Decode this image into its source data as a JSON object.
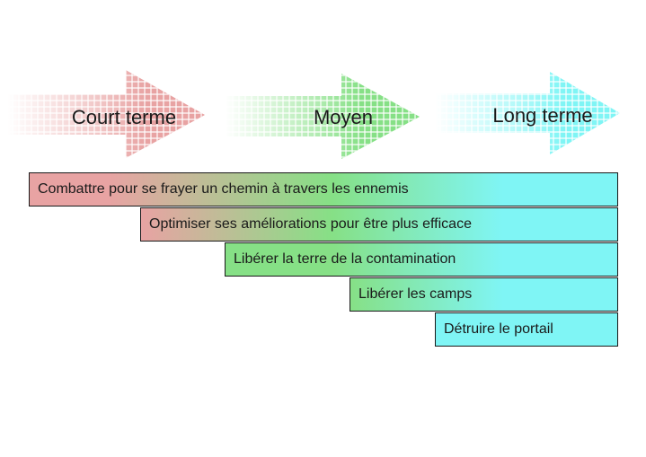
{
  "colors": {
    "short_term": "#e8a3a3",
    "medium_term": "#86e086",
    "long_term": "#7ff5f5",
    "border": "#1a1a1a"
  },
  "arrows": [
    {
      "label": "Court terme",
      "color": "#e8a3a3"
    },
    {
      "label": "Moyen",
      "color": "#86e086"
    },
    {
      "label": "Long terme",
      "color": "#7ff5f5"
    }
  ],
  "bars": [
    {
      "label": "Combattre pour se frayer un chemin à travers les ennemis",
      "start": "short_term"
    },
    {
      "label": "Optimiser ses améliorations pour être plus efficace",
      "start": "short_term"
    },
    {
      "label": "Libérer la terre de la contamination",
      "start": "medium_term"
    },
    {
      "label": "Libérer les camps",
      "start": "medium_term"
    },
    {
      "label": "Détruire le portail",
      "start": "long_term"
    }
  ]
}
